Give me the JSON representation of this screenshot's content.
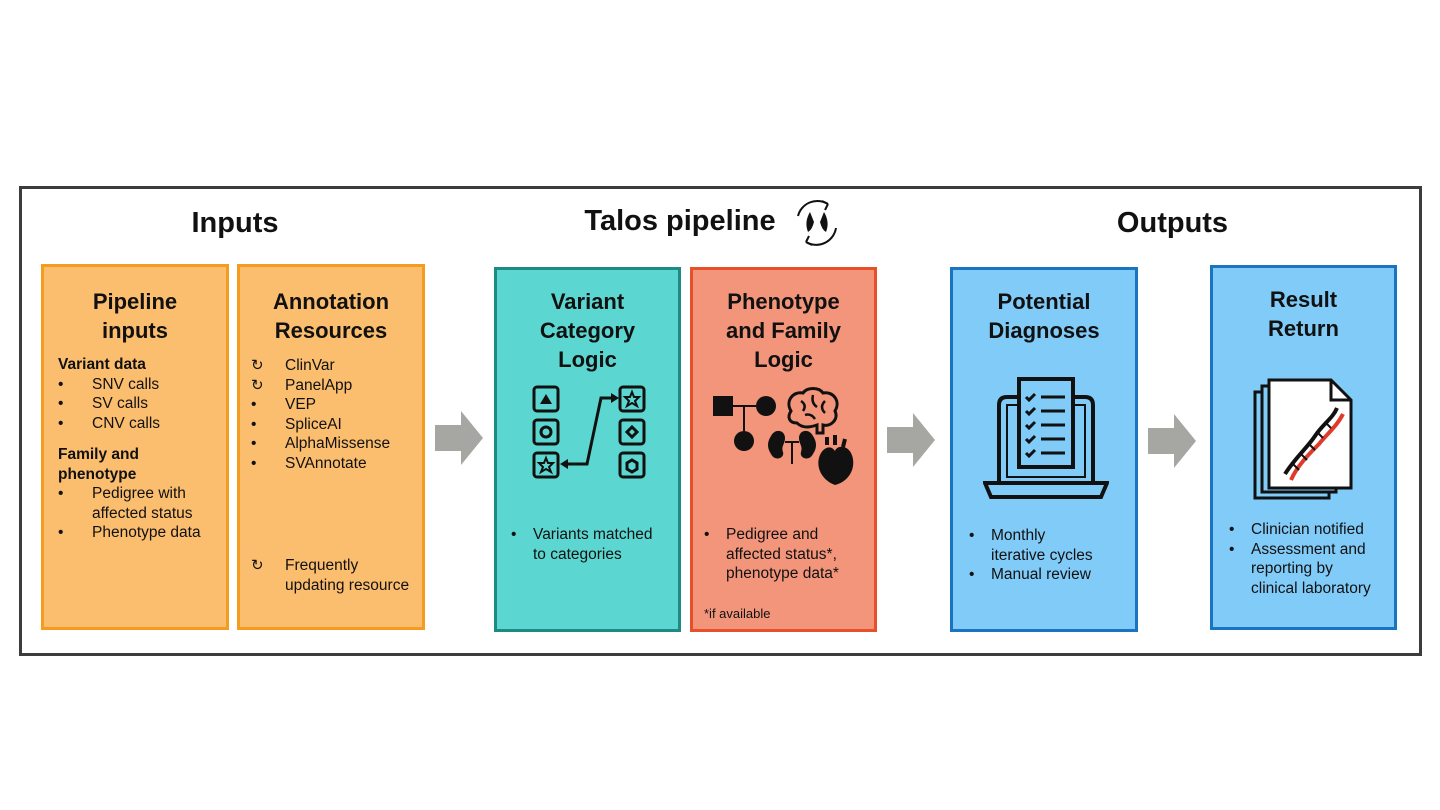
{
  "sections": {
    "inputs": "Inputs",
    "pipeline": "Talos pipeline",
    "outputs": "Outputs"
  },
  "boxes": {
    "pipeline_inputs": {
      "title_1": "Pipeline",
      "title_2": "inputs",
      "variant_heading": "Variant data",
      "variant_items": [
        "SNV calls",
        "SV calls",
        "CNV calls"
      ],
      "family_heading_1": "Family and",
      "family_heading_2": "phenotype",
      "family_items": [
        "Pedigree with",
        "affected status",
        "Phenotype data"
      ],
      "color": "#fbbd6e",
      "border": "#f39c1f"
    },
    "annotation": {
      "title_1": "Annotation",
      "title_2": "Resources",
      "items": [
        "ClinVar",
        "PanelApp",
        "VEP",
        "SpliceAI",
        "AlphaMissense",
        "SVAnnotate"
      ],
      "refresh_symbol": "↻",
      "legend_1": "Frequently",
      "legend_2": "updating resource",
      "color": "#fbbd6e",
      "border": "#f39c1f"
    },
    "variant_logic": {
      "title_1": "Variant",
      "title_2": "Category",
      "title_3": "Logic",
      "bullet_1": "Variants matched",
      "bullet_2": "to categories",
      "color": "#5bd6d0",
      "border": "#1e8a84"
    },
    "phenotype_logic": {
      "title_1": "Phenotype",
      "title_2": "and Family",
      "title_3": "Logic",
      "bullet_1": "Pedigree and",
      "bullet_2": "affected status*,",
      "bullet_3": "phenotype data*",
      "footnote": "*if available",
      "color": "#f2957a",
      "border": "#e8502a"
    },
    "diagnoses": {
      "title_1": "Potential",
      "title_2": "Diagnoses",
      "bullets": [
        "Monthly",
        "iterative cycles",
        "Manual review"
      ],
      "color": "#80cbf8",
      "border": "#1b74c0"
    },
    "result": {
      "title_1": "Result",
      "title_2": "Return",
      "bullets": [
        "Clinician notified",
        "Assessment and",
        "reporting by",
        "clinical laboratory"
      ],
      "color": "#80cbf8",
      "border": "#1b74c0"
    }
  },
  "arrow_color": "#a6a6a2"
}
